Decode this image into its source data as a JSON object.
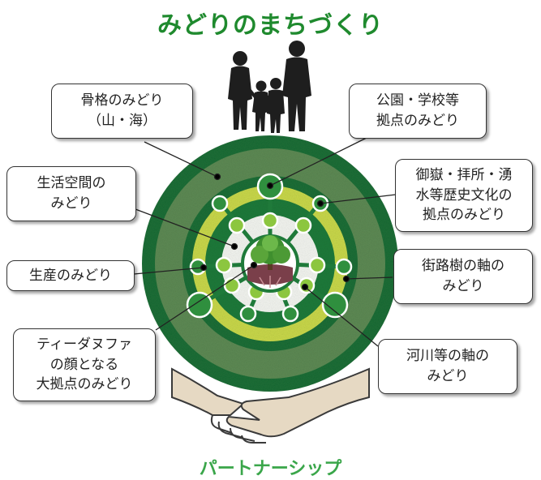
{
  "title": "みどりのまちづくり",
  "footer": "パートナーシップ",
  "labels": {
    "skeleton": "骨格のみどり\n（山・海）",
    "park_school": "公園・学校等\n拠点のみどり",
    "living_space": "生活空間の\nみどり",
    "historic": "御嶽・拝所・湧\n水等歴史文化の\n拠点のみどり",
    "production": "生産のみどり",
    "street_trees": "街路樹の軸の\nみどり",
    "tida_nufa": "ティーダヌファ\nの顔となる\n大拠点のみどり",
    "river": "河川等の軸の\nみどり"
  },
  "colors": {
    "title": "#1f8a2e",
    "footer": "#3aa64a",
    "dark_green": "#1b6e36",
    "mid_green": "#2e7d3e",
    "textured_green": "#4f7f4a",
    "yellow_green": "#c9d84a",
    "light_green": "#8cc63f",
    "node_fill": "#2f8f3e",
    "center_ring": "#ffffff"
  }
}
